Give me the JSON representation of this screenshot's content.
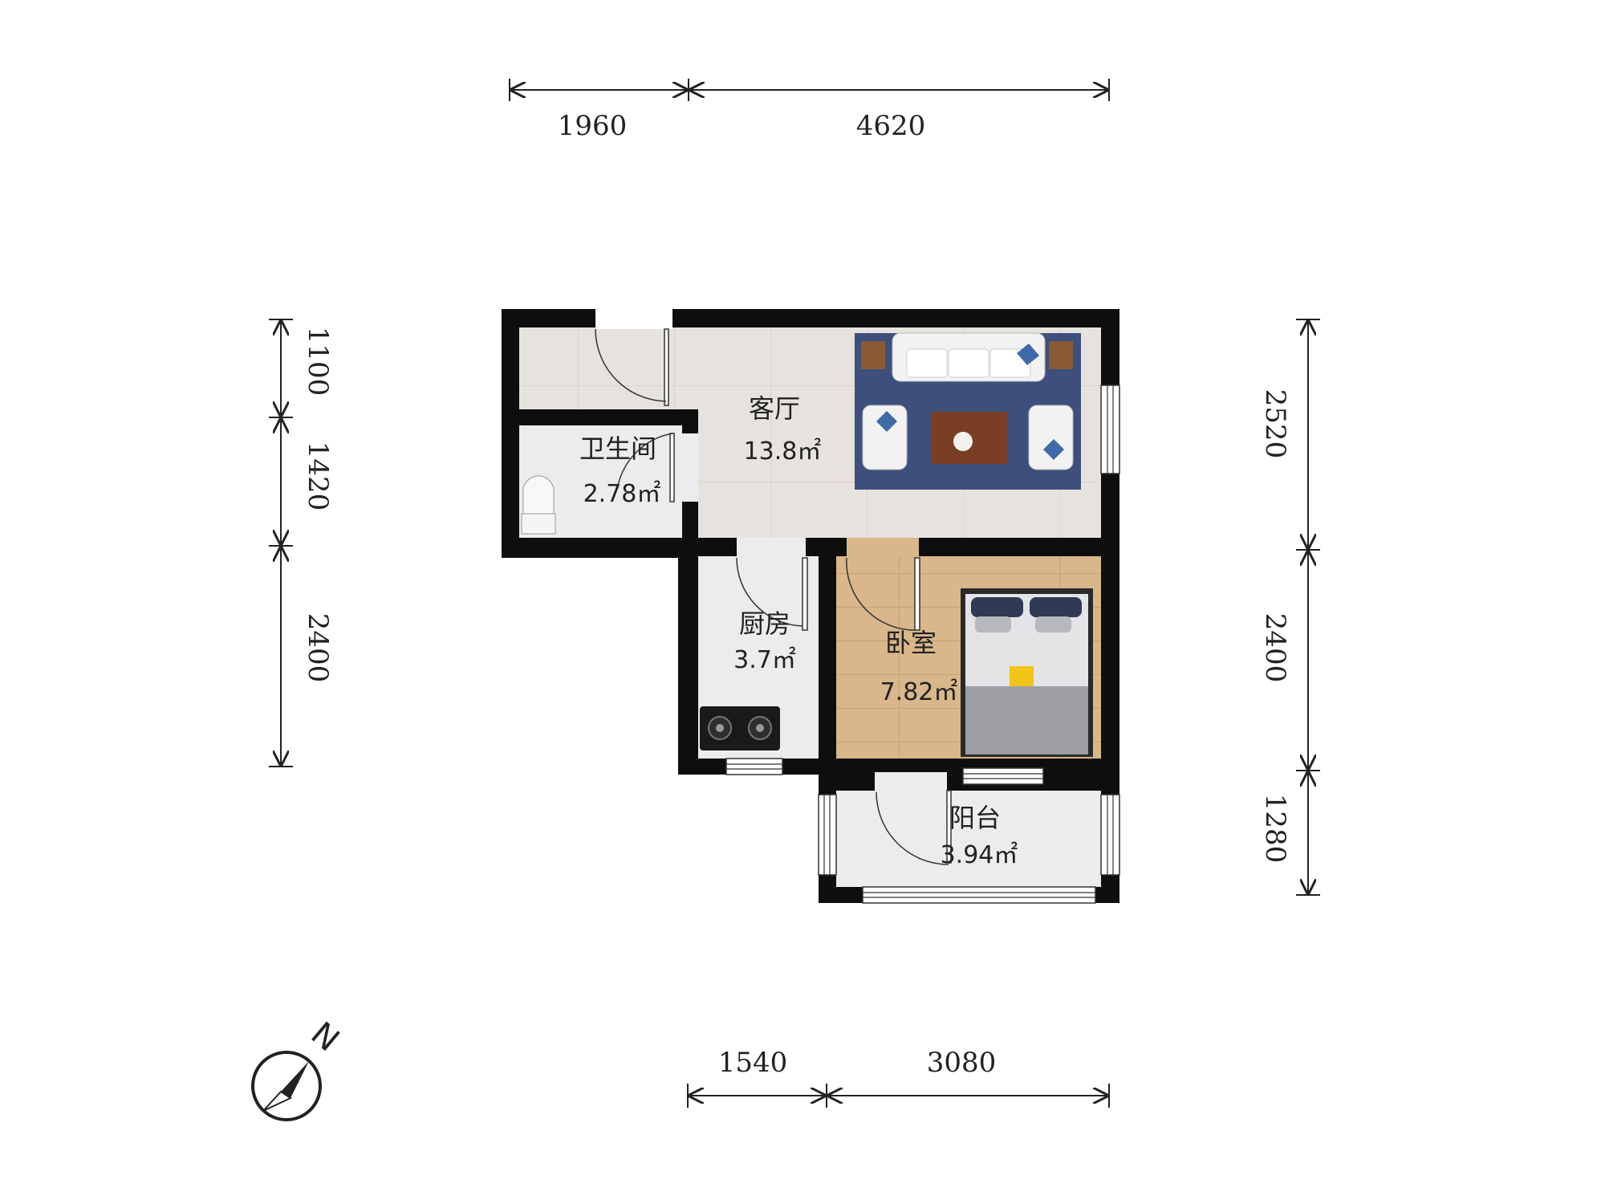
{
  "dimensions": {
    "top": [
      "1960",
      "4620"
    ],
    "bottom": [
      "1540",
      "3080"
    ],
    "left": [
      "1100",
      "1420",
      "2400"
    ],
    "right": [
      "2520",
      "2400",
      "1280"
    ]
  },
  "rooms": {
    "living": {
      "name": "客厅",
      "area": "13.8㎡"
    },
    "bathroom": {
      "name": "卫生间",
      "area": "2.78㎡"
    },
    "kitchen": {
      "name": "厨房",
      "area": "3.7㎡"
    },
    "bedroom": {
      "name": "卧室",
      "area": "7.82㎡"
    },
    "balcony": {
      "name": "阳台",
      "area": "3.94㎡"
    }
  },
  "compass": {
    "label": "N"
  },
  "colors": {
    "wall": "#0e0e0e",
    "tile_floor": "#e4e1dc",
    "bath_floor": "#ebebeb",
    "wood_floor": "#d8b68a",
    "rug": "#3d4f7c"
  }
}
